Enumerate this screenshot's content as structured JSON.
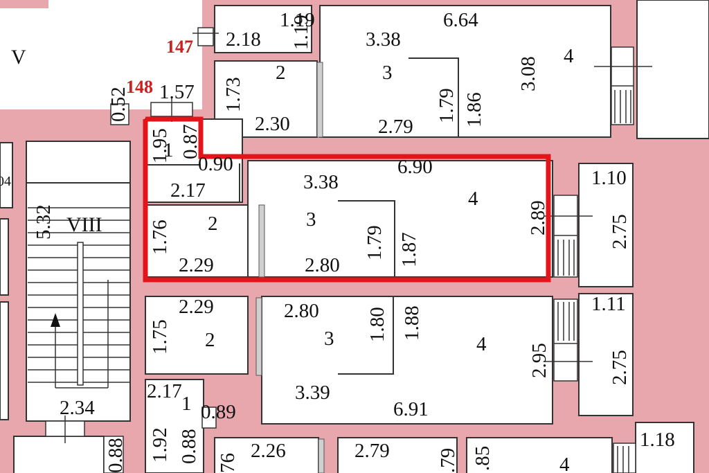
{
  "colors": {
    "wall": "#e8a6ad",
    "outline": "#333333",
    "room": "#ffffff",
    "highlight": "#e4141b",
    "number": "#cc1f1f"
  },
  "section_labels": {
    "v": "V",
    "viii": "VIII"
  },
  "unit_numbers": {
    "n147": "147",
    "n148": "148"
  },
  "dims": {
    "d664": "6.64",
    "d119": "1.19",
    "d218": "2.18",
    "d338a": "3.38",
    "d4a": "4",
    "d308": "3.08",
    "d3a": "3",
    "d2a": "2",
    "d173": "1.73",
    "d230": "2.30",
    "d279a": "2.79",
    "d179a": "1.79",
    "d186": "1.86",
    "d052": "0.52",
    "d157": "1.57",
    "d195": "1.95",
    "d1a": "1",
    "d087": "0.87",
    "d090": "0.90",
    "d217a": "2.17",
    "d338b": "3.38",
    "d690": "6.90",
    "d4b": "4",
    "d289": "2.89",
    "d3b": "3",
    "d2b": "2",
    "d176": "1.76",
    "d229a": "2.29",
    "d280a": "2.80",
    "d179b": "1.79",
    "d187": "1.87",
    "d110": "1.10",
    "d275a": "2.75",
    "d532": "5.32",
    "d04": "04",
    "d229b": "2.29",
    "d280b": "2.80",
    "d175": "1.75",
    "d2c": "2",
    "d3c": "3",
    "d180": "1.80",
    "d188": "1.88",
    "d4c": "4",
    "d295": "2.95",
    "d111": "1.11",
    "d275b": "2.75",
    "d217b": "2.17",
    "d1b": "1",
    "d089": "0.89",
    "d339": "3.39",
    "d691": "6.91",
    "d234": "2.34",
    "d192": "1.92",
    "d088a": "0.88",
    "d088b": "0.88",
    "d226": "2.26",
    "d279b": "2.79",
    "d79": ".79",
    "d85": ".85",
    "d76": "76",
    "d4d": "4",
    "d118": "1.18"
  }
}
